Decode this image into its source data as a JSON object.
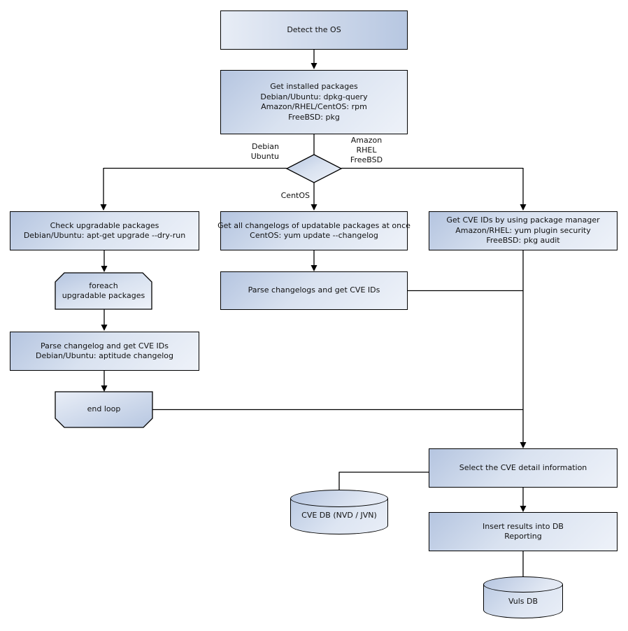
{
  "nodes": {
    "detect_os": {
      "lines": [
        "Detect the OS"
      ]
    },
    "get_installed_packages": {
      "lines": [
        "Get installed packages",
        "Debian/Ubuntu: dpkg-query",
        "Amazon/RHEL/CentOS: rpm",
        "FreeBSD: pkg"
      ]
    },
    "check_upgradable_packages": {
      "lines": [
        "Check upgradable packages",
        "Debian/Ubuntu: apt-get upgrade --dry-run"
      ]
    },
    "foreach_loop_start": {
      "lines": [
        "foreach",
        "upgradable packages"
      ]
    },
    "parse_changelog": {
      "lines": [
        "Parse changelog and get CVE IDs",
        "Debian/Ubuntu: aptitude changelog"
      ]
    },
    "end_loop": {
      "lines": [
        "end loop"
      ]
    },
    "get_all_changelogs": {
      "lines": [
        "Get all changelogs of updatable packages at once",
        "CentOS: yum update --changelog"
      ]
    },
    "parse_changelogs": {
      "lines": [
        "Parse changelogs and get CVE IDs"
      ]
    },
    "get_cve_ids_pkg_manager": {
      "lines": [
        "Get CVE IDs by using package manager",
        "Amazon/RHEL: yum plugin security",
        "FreeBSD: pkg audit"
      ]
    },
    "select_cve_detail": {
      "lines": [
        "Select the CVE detail information"
      ]
    },
    "insert_results": {
      "lines": [
        "Insert results into DB",
        "Reporting"
      ]
    },
    "cve_db": {
      "lines": [
        "CVE DB (NVD / JVN)"
      ]
    },
    "vuls_db": {
      "lines": [
        "Vuls DB"
      ]
    }
  },
  "edge_labels": {
    "left_branch": [
      "Debian",
      "Ubuntu"
    ],
    "right_branch": [
      "Amazon",
      "RHEL",
      "FreeBSD"
    ],
    "middle_branch": [
      "CentOS"
    ]
  },
  "colors": {
    "node_fill_dark": "#b5c5e0",
    "node_fill_light": "#eef2f9",
    "border": "#000000",
    "background": "#ffffff"
  }
}
